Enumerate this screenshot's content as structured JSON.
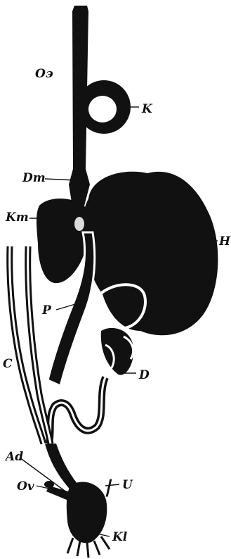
{
  "figure": {
    "labels": {
      "oe": "Oэ",
      "k": "K",
      "dm": "Dm",
      "km": "Km",
      "h": "H",
      "p": "P",
      "c": "C",
      "d": "D",
      "ad": "Ad",
      "u": "U",
      "ov": "Ov",
      "kl": "Kl"
    },
    "colors": {
      "ink": "#111111",
      "paper": "#ffffff"
    }
  }
}
